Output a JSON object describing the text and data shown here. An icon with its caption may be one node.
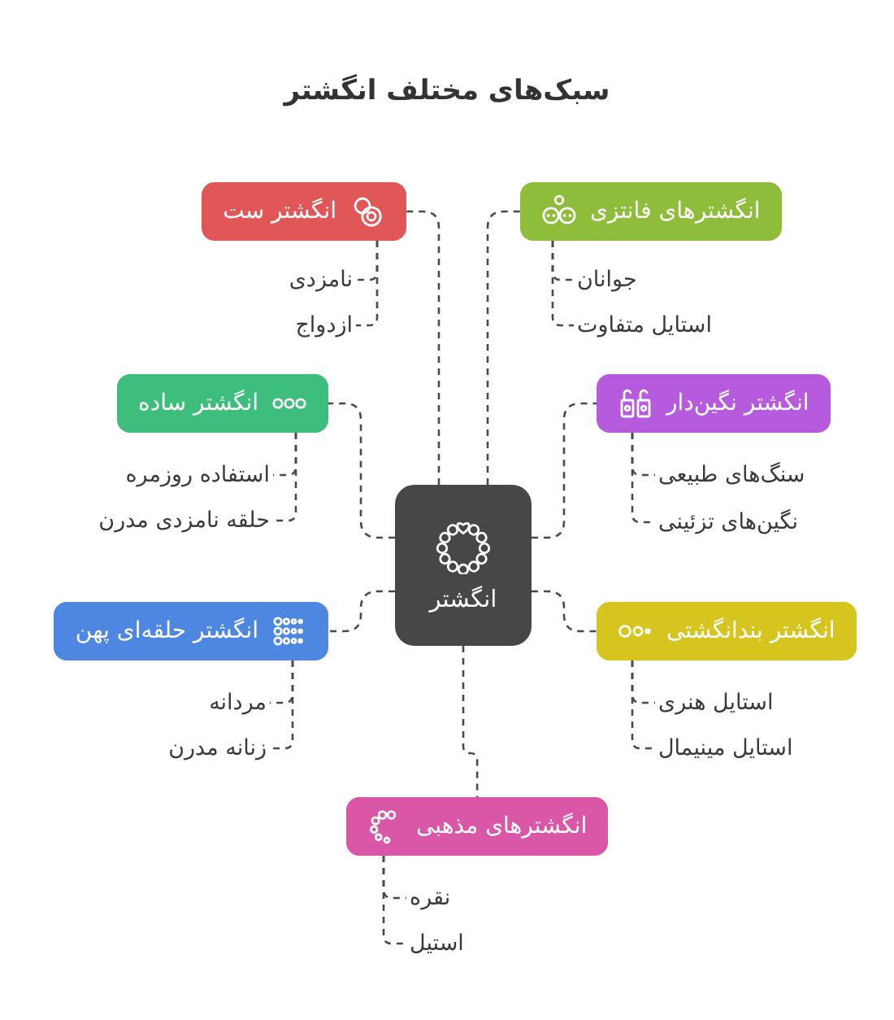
{
  "diagram": {
    "title": "سبک‌های مختلف انگشتر",
    "nodes": [
      {
        "text": [
          "انگشتر"
        ]
      },
      {
        "text": [
          "انگشتر ست"
        ]
      },
      {
        "text": [
          "انگشترهای فانتزی"
        ]
      },
      {
        "text": [
          "انگشتر ساده"
        ]
      },
      {
        "text": [
          "انگشتر نگین‌دار"
        ]
      },
      {
        "text": [
          "انگشتر حلقه‌ای پهن"
        ]
      },
      {
        "text": [
          "انگشتر بندانگشتی"
        ]
      },
      {
        "text": [
          "انگشترهای مذهبی"
        ]
      },
      {
        "text": [
          "نامزدی"
        ]
      },
      {
        "text": [
          "ازدواج"
        ]
      },
      {
        "text": [
          "جوانان"
        ]
      },
      {
        "text": [
          "استایل متفاوت"
        ]
      },
      {
        "text": [
          "استفاده روزمره"
        ]
      },
      {
        "text": [
          "حلقه نامزدی مدرن"
        ]
      },
      {
        "text": [
          "سنگ‌های طبیعی"
        ]
      },
      {
        "text": [
          "نگین‌های تزئینی"
        ]
      },
      {
        "text": [
          "مردانه"
        ]
      },
      {
        "text": [
          "زنانه مدرن"
        ]
      },
      {
        "text": [
          "استایل هنری"
        ]
      },
      {
        "text": [
          "استایل مینیمال"
        ]
      },
      {
        "text": [
          "نقره"
        ]
      },
      {
        "text": [
          "استیل"
        ]
      }
    ],
    "edges": [
      {
        "from": 0,
        "to": 1,
        "arrow": "none"
      },
      {
        "from": 0,
        "to": 2,
        "arrow": "none"
      },
      {
        "from": 0,
        "to": 3,
        "arrow": "none"
      },
      {
        "from": 0,
        "to": 4,
        "arrow": "none"
      },
      {
        "from": 0,
        "to": 5,
        "arrow": "none"
      },
      {
        "from": 0,
        "to": 6,
        "arrow": "none"
      },
      {
        "from": 0,
        "to": 7,
        "arrow": "none"
      },
      {
        "from": 1,
        "to": 8,
        "arrow": "none"
      },
      {
        "from": 1,
        "to": 9,
        "arrow": "none"
      },
      {
        "from": 2,
        "to": 10,
        "arrow": "none"
      },
      {
        "from": 2,
        "to": 11,
        "arrow": "none"
      },
      {
        "from": 3,
        "to": 12,
        "arrow": "none"
      },
      {
        "from": 3,
        "to": 13,
        "arrow": "none"
      },
      {
        "from": 4,
        "to": 14,
        "arrow": "none"
      },
      {
        "from": 4,
        "to": 15,
        "arrow": "none"
      },
      {
        "from": 5,
        "to": 16,
        "arrow": "none"
      },
      {
        "from": 5,
        "to": 17,
        "arrow": "none"
      },
      {
        "from": 6,
        "to": 18,
        "arrow": "none"
      },
      {
        "from": 6,
        "to": 19,
        "arrow": "none"
      },
      {
        "from": 7,
        "to": 20,
        "arrow": "none"
      },
      {
        "from": 7,
        "to": 21,
        "arrow": "none"
      }
    ]
  }
}
